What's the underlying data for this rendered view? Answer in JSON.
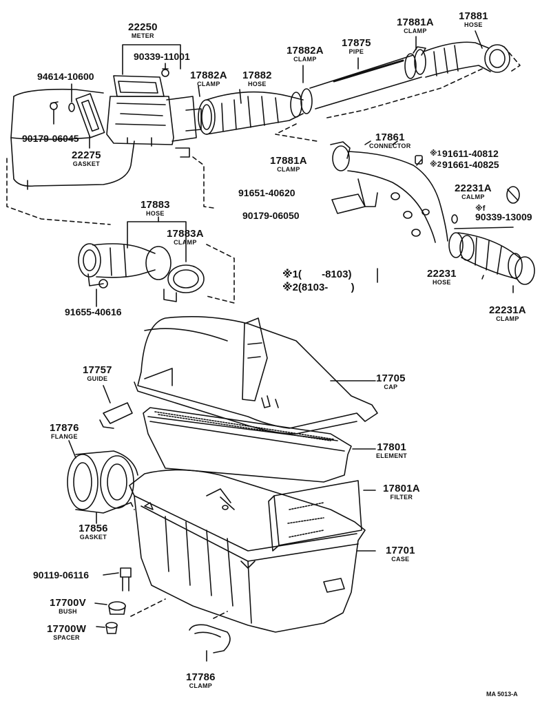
{
  "parts": {
    "p22250": {
      "num": "22250",
      "name": "METER"
    },
    "p90339_11001": "90339-11001",
    "p94614": "94614-10600",
    "p90179_06045": "90179-06045",
    "p22275": {
      "num": "22275",
      "name": "GASKET"
    },
    "p17882A_left": {
      "num": "17882A",
      "name": "CLAMP"
    },
    "p17882": {
      "num": "17882",
      "name": "HOSE"
    },
    "p17882A_top": {
      "num": "17882A",
      "name": "CLAMP"
    },
    "p17875": {
      "num": "17875",
      "name": "PIPE"
    },
    "p17881A_top": {
      "num": "17881A",
      "name": "CLAMP"
    },
    "p17881": {
      "num": "17881",
      "name": "HOSE"
    },
    "p17861": {
      "num": "17861",
      "name": "CONNECTOR"
    },
    "p17881A_mid": {
      "num": "17881A",
      "name": "CLAMP"
    },
    "p91611": "91611-40812",
    "p91661": "91661-40825",
    "mark1": "※1",
    "mark2": "※2",
    "p91651": "91651-40620",
    "p90179_06050": "90179-06050",
    "p22231A_top": {
      "num": "22231A",
      "name": "CALMP"
    },
    "mark_f": "※f",
    "p90339_13009": "90339-13009",
    "p17883": {
      "num": "17883",
      "name": "HOSE"
    },
    "p17883A": {
      "num": "17883A",
      "name": "CLAMP"
    },
    "p22231": {
      "num": "22231",
      "name": "HOSE"
    },
    "p22231A_bot": {
      "num": "22231A",
      "name": "CLAMP"
    },
    "p91655": "91655-40616",
    "p17757": {
      "num": "17757",
      "name": "GUIDE"
    },
    "p17705": {
      "num": "17705",
      "name": "CAP"
    },
    "p17876": {
      "num": "17876",
      "name": "FLANGE"
    },
    "p17801": {
      "num": "17801",
      "name": "ELEMENT"
    },
    "p17801A": {
      "num": "17801A",
      "name": "FILTER"
    },
    "p17856": {
      "num": "17856",
      "name": "GASKET"
    },
    "p17701": {
      "num": "17701",
      "name": "CASE"
    },
    "p90119": "90119-06116",
    "p17700V": {
      "num": "17700V",
      "name": "BUSH"
    },
    "p17700W": {
      "num": "17700W",
      "name": "SPACER"
    },
    "p17786": {
      "num": "17786",
      "name": "CLAMP"
    }
  },
  "legend": {
    "line1": "※1(       -8103)",
    "line2": "※2(8103-        )"
  },
  "drawing_code": "MA 5013-A"
}
